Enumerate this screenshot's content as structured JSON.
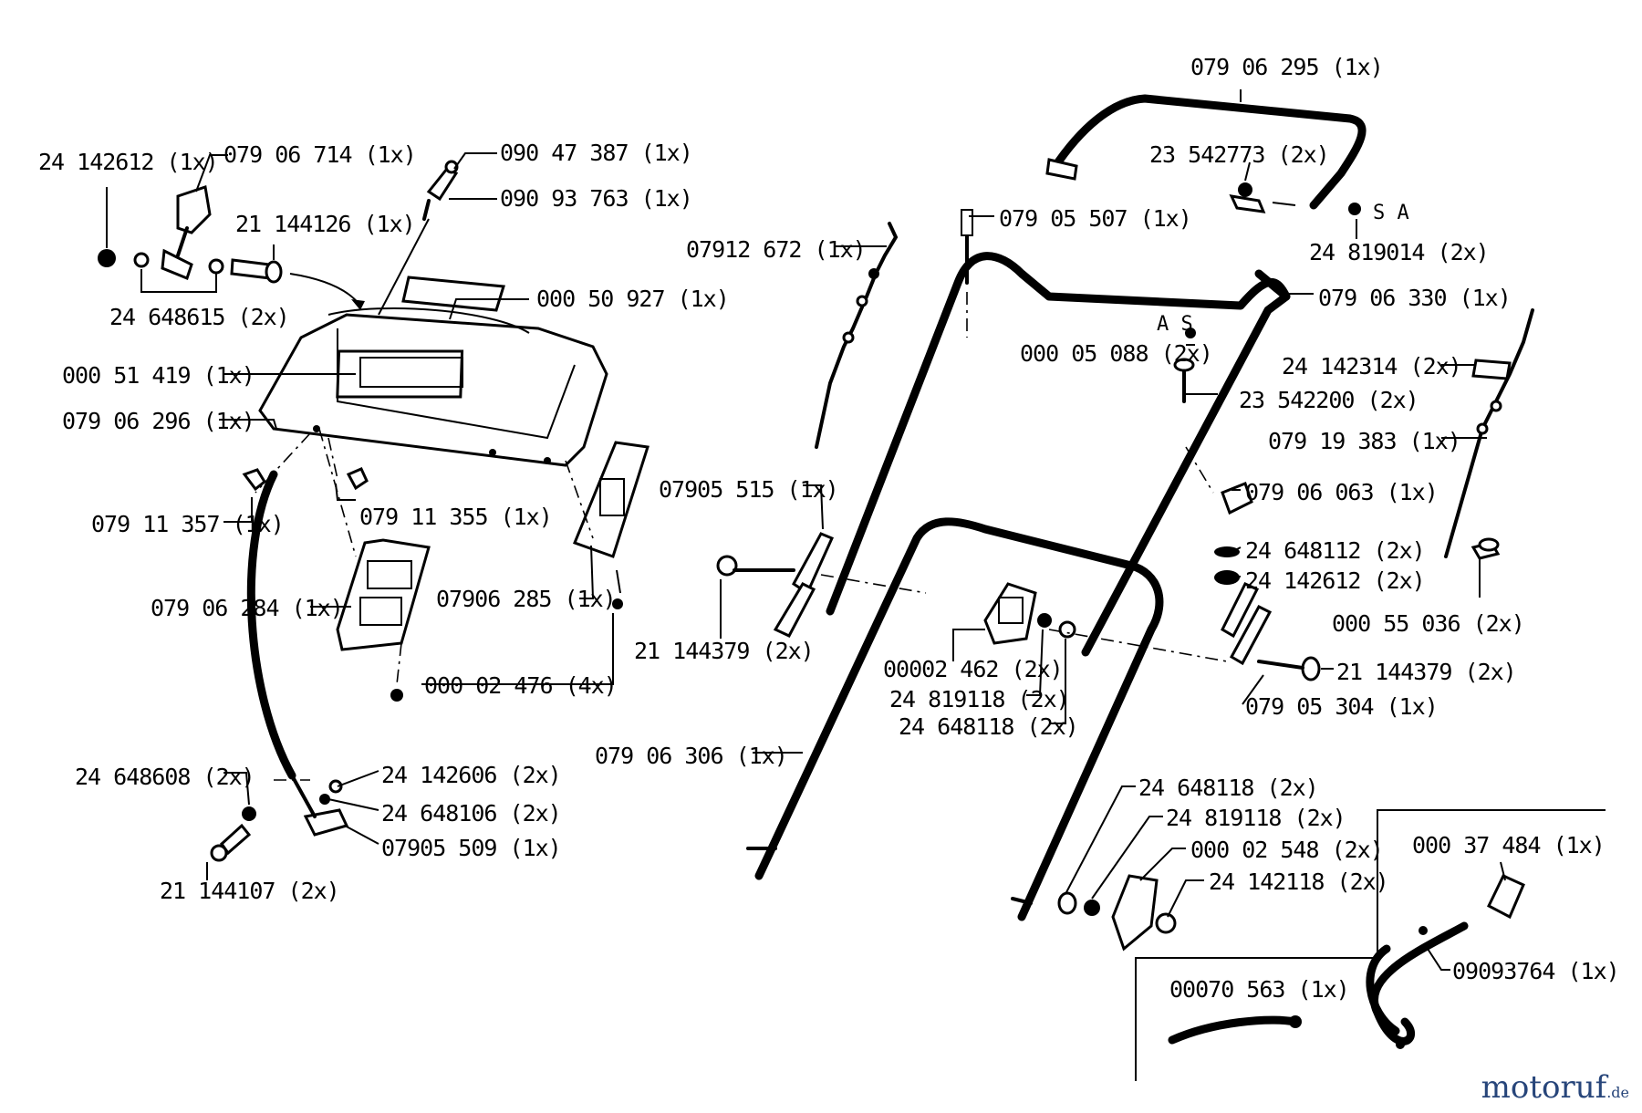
{
  "labels": {
    "l01": "24 142612 (1x)",
    "l02": "079 06 714  (1x)",
    "l03": "090 47 387  (1x)",
    "l04": "090 93 763  (1x)",
    "l05": "21 144126 (1x)",
    "l06": "24 648615 (2x)",
    "l07": "000 50 927  (1x)",
    "l08": "000 51 419  (1x)",
    "l09": "079 06 296  (1x)",
    "l10": "079 11 357  (1x)",
    "l11": "079 11 355  (1x)",
    "l12": "07905 515  (1x)",
    "l13": "079 06 284  (1x)",
    "l14": "07906 285  (1x)",
    "l15": "000 02 476  (4x)",
    "l16": "21 144379  (2x)",
    "l17": "24 648608  (2x)",
    "l18": "24 142606  (2x)",
    "l19": "24 648106  (2x)",
    "l20": "07905 509  (1x)",
    "l21": "21 144107  (2x)",
    "l22": "079 06 306  (1x)",
    "l23": "07912 672  (1x)",
    "l24": "079 05 507  (1x)",
    "l25": "079 06 295  (1x)",
    "l26": "23 542773  (2x)",
    "l27": "24 819014  (2x)",
    "l28": "079 06 330  (1x)",
    "l29": "000 05 088  (2x)",
    "l30": "24 142314  (2x)",
    "l31": "23 542200  (2x)",
    "l32": "079 19 383  (1x)",
    "l33": "079 06 063  (1x)",
    "l34": "24 648112  (2x)",
    "l35": "24 142612  (2x)",
    "l36": "000 55 036  (2x)",
    "l37": "00002 462  (2x)",
    "l38": "24 819118  (2x)",
    "l39": "24 648118  (2x)",
    "l40": "21 144379  (2x)",
    "l41": "079 05 304  (1x)",
    "l42": "24 648118  (2x)",
    "l43": "24 819118  (2x)",
    "l44": "000 02 548  (2x)",
    "l45": "24 142118  (2x)",
    "l46": "000 37 484  (1x)",
    "l47": "09093764  (1x)",
    "l48": "00070 563  (1x)"
  },
  "marks": {
    "a_s_1": "A S",
    "a_s_2": "S A"
  },
  "brand": {
    "name": "motoruf",
    "tld": ".de"
  }
}
